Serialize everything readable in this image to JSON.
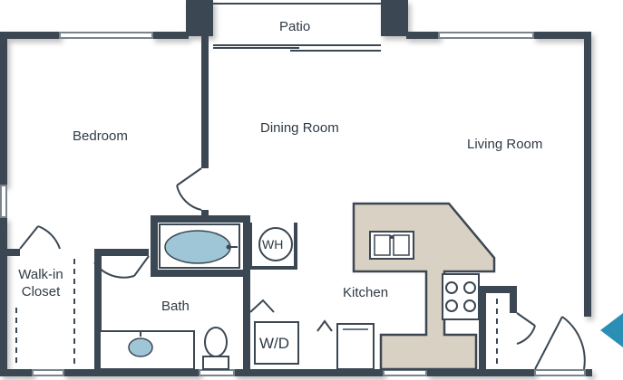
{
  "rooms": {
    "patio": "Patio",
    "bedroom": "Bedroom",
    "dining_room": "Dining Room",
    "living_room": "Living Room",
    "walk_in_closet_line1": "Walk-in",
    "walk_in_closet_line2": "Closet",
    "bath": "Bath",
    "kitchen": "Kitchen"
  },
  "fixtures": {
    "water_heater": "WH",
    "washer_dryer": "W/D"
  },
  "colors": {
    "wall": "#3b4753",
    "counter": "#d9d1c4",
    "tub_water": "#9fc6d6",
    "entry_arrow": "#2b8fb5"
  }
}
